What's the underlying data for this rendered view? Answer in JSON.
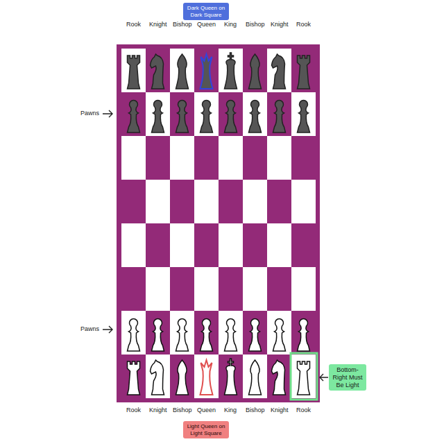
{
  "diagram": {
    "nodes": [
      {
        "text": [
          "Dark Queen on Dark Square"
        ]
      },
      {
        "text": [
          "Bottom-Right Must Be Light"
        ]
      },
      {
        "text": [
          "Light Queen on Light Square"
        ]
      }
    ],
    "labels": [
      "Rook",
      "Knight",
      "Bishop",
      "Queen",
      "King",
      "Bishop",
      "Knight",
      "Rook",
      "Pawns",
      "Pawns",
      "Rook",
      "Knight",
      "Bishop",
      "Queen",
      "King",
      "Bishop",
      "Knight",
      "Rook"
    ]
  }
}
